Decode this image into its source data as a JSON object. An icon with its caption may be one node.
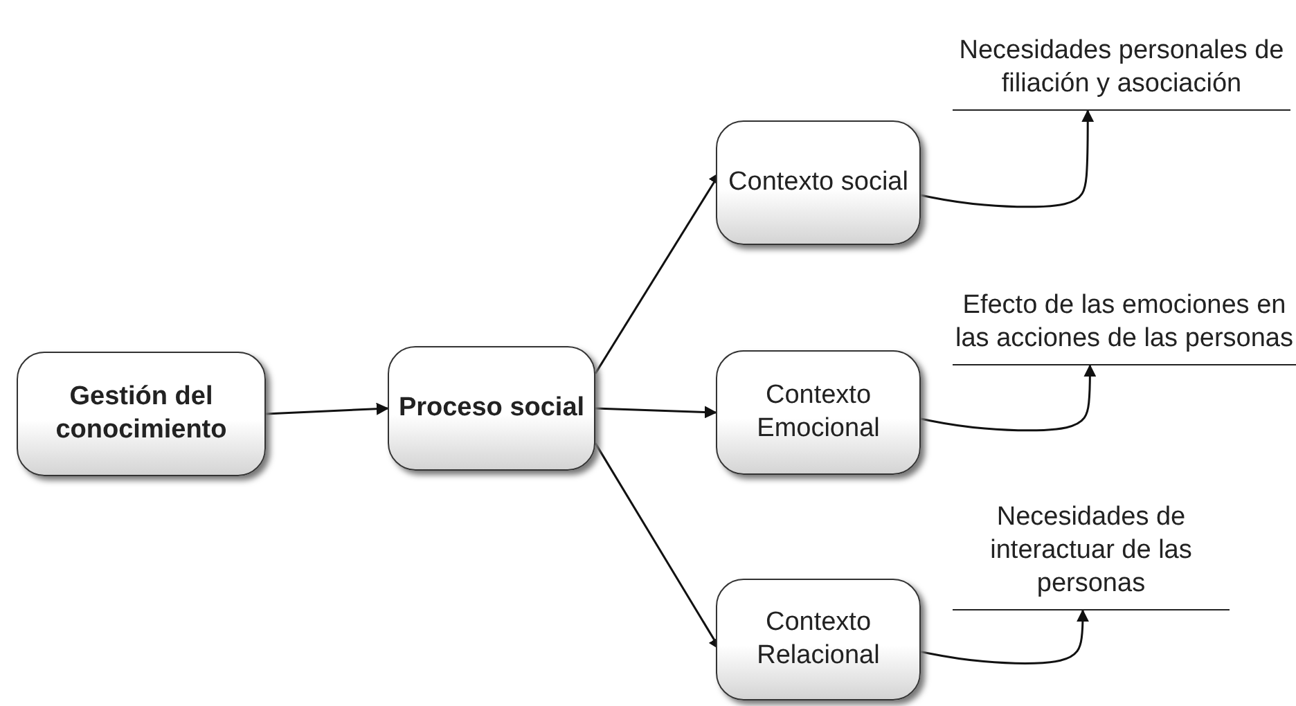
{
  "diagram": {
    "nodes": [
      {
        "text": [
          "Gestión del conocimiento"
        ]
      },
      {
        "text": [
          "Proceso social"
        ]
      },
      {
        "text": [
          "Contexto social"
        ]
      },
      {
        "text": [
          "Contexto Emocional"
        ]
      },
      {
        "text": [
          "Contexto Relacional"
        ]
      },
      {
        "text": [
          "Necesidades personales de filiación y asociación"
        ]
      },
      {
        "text": [
          "Efecto de las emociones en las acciones de las personas"
        ]
      },
      {
        "text": [
          "Necesidades de interactuar de las personas"
        ]
      }
    ],
    "edges": [
      {
        "from": 0,
        "to": 1,
        "arrow": "to"
      },
      {
        "from": 1,
        "to": 2,
        "arrow": "to"
      },
      {
        "from": 1,
        "to": 3,
        "arrow": "to"
      },
      {
        "from": 1,
        "to": 4,
        "arrow": "to"
      },
      {
        "from": 2,
        "to": 5,
        "arrow": "to"
      },
      {
        "from": 3,
        "to": 6,
        "arrow": "to"
      },
      {
        "from": 4,
        "to": 7,
        "arrow": "to"
      }
    ]
  }
}
